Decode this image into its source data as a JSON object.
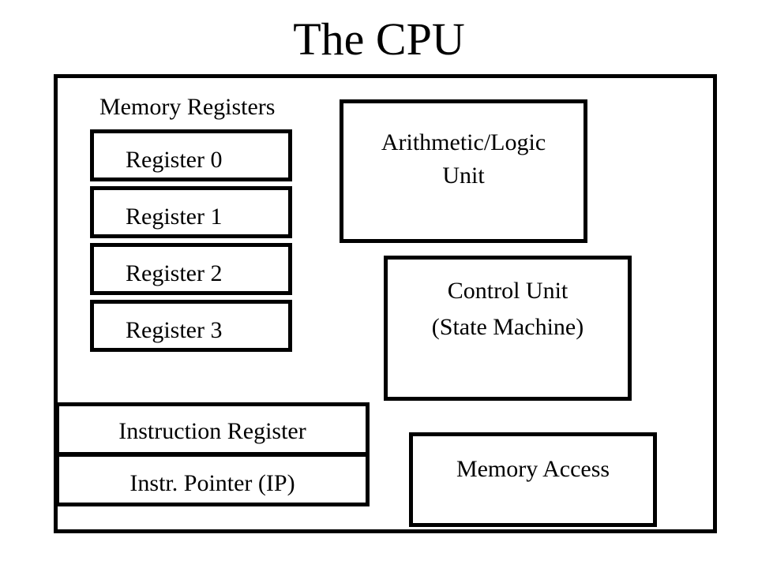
{
  "title": "The CPU",
  "memory_registers": {
    "heading": "Memory Registers",
    "registers": [
      "Register 0",
      "Register 1",
      "Register 2",
      "Register 3"
    ]
  },
  "alu": {
    "line1": "Arithmetic/Logic",
    "line2": "Unit"
  },
  "control_unit": {
    "line1": "Control Unit",
    "line2": "(State Machine)"
  },
  "instruction_register": {
    "label": "Instruction Register"
  },
  "instruction_pointer": {
    "label": "Instr. Pointer (IP)"
  },
  "memory_access": {
    "label": "Memory Access"
  }
}
